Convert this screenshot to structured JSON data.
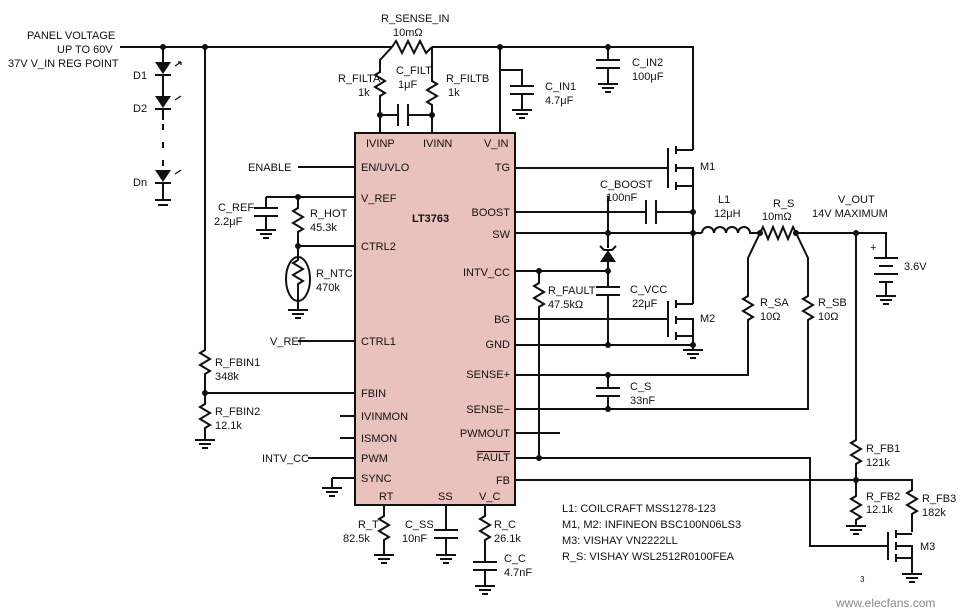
{
  "ic": {
    "name": "LT3763",
    "fill": "#e9c1bd",
    "pins_left": [
      "EN/UVLO",
      "V_REF",
      "CTRL2",
      "CTRL1",
      "FBIN",
      "IVINMON",
      "ISMON",
      "PWM",
      "SYNC"
    ],
    "pins_top": [
      "IVINP",
      "IVINN",
      "V_IN"
    ],
    "pins_right": [
      "TG",
      "BOOST",
      "SW",
      "INTV_CC",
      "BG",
      "GND",
      "SENSE+",
      "SENSE−",
      "PWMOUT",
      "FAULT",
      "FB"
    ],
    "pins_bottom": [
      "RT",
      "SS",
      "V_C"
    ]
  },
  "inputs": {
    "panel_1": "PANEL VOLTAGE",
    "panel_2": "UP TO 60V",
    "panel_3": "37V V_IN REG POINT",
    "enable": "ENABLE",
    "vref_in": "V_REF",
    "intvcc_in": "INTV_CC"
  },
  "diodes": [
    "D1",
    "D2",
    "Dn"
  ],
  "components": {
    "rsense_in": {
      "name": "R_SENSE_IN",
      "value": "10mΩ"
    },
    "rfilta": {
      "name": "R_FILTA",
      "value": "1k"
    },
    "rfiltb": {
      "name": "R_FILTB",
      "value": "1k"
    },
    "cfilt": {
      "name": "C_FILT",
      "value": "1μF"
    },
    "cin1": {
      "name": "C_IN1",
      "value": "4.7μF"
    },
    "cin2": {
      "name": "C_IN2",
      "value": "100μF"
    },
    "m1": {
      "name": "M1"
    },
    "m2": {
      "name": "M2"
    },
    "m3": {
      "name": "M3"
    },
    "cboost": {
      "name": "C_BOOST",
      "value": "100nF"
    },
    "l1": {
      "name": "L1",
      "value": "12μH"
    },
    "rs": {
      "name": "R_S",
      "value": "10mΩ"
    },
    "vout": {
      "name": "V_OUT",
      "value": "14V MAXIMUM"
    },
    "battery": {
      "value": "3.6V",
      "plus": "+"
    },
    "cref": {
      "name": "C_REF",
      "value": "2.2μF"
    },
    "rhot": {
      "name": "R_HOT",
      "value": "45.3k"
    },
    "rntc": {
      "name": "R_NTC",
      "value": "470k"
    },
    "rfault": {
      "name": "R_FAULT",
      "value": "47.5kΩ"
    },
    "cvcc": {
      "name": "C_VCC",
      "value": "22μF"
    },
    "rsa": {
      "name": "R_SA",
      "value": "10Ω"
    },
    "rsb": {
      "name": "R_SB",
      "value": "10Ω"
    },
    "cs": {
      "name": "C_S",
      "value": "33nF"
    },
    "rfbin1": {
      "name": "R_FBIN1",
      "value": "348k"
    },
    "rfbin2": {
      "name": "R_FBIN2",
      "value": "12.1k"
    },
    "rfb1": {
      "name": "R_FB1",
      "value": "121k"
    },
    "rfb2": {
      "name": "R_FB2",
      "value": "12.1k"
    },
    "rfb3": {
      "name": "R_FB3",
      "value": "182k"
    },
    "rt": {
      "name": "R_T",
      "value": "82.5k"
    },
    "css": {
      "name": "C_SS",
      "value": "10nF"
    },
    "rc": {
      "name": "R_C",
      "value": "26.1k"
    },
    "cc": {
      "name": "C_C",
      "value": "4.7nF"
    }
  },
  "notes": [
    "L1: COILCRAFT MSS1278-123",
    "M1, M2: INFINEON BSC100N06LS3",
    "M3: VISHAY VN2222LL",
    "R_S: VISHAY WSL2512R0100FEA"
  ],
  "watermark": "www.elecfans.com",
  "fig_id": "3"
}
